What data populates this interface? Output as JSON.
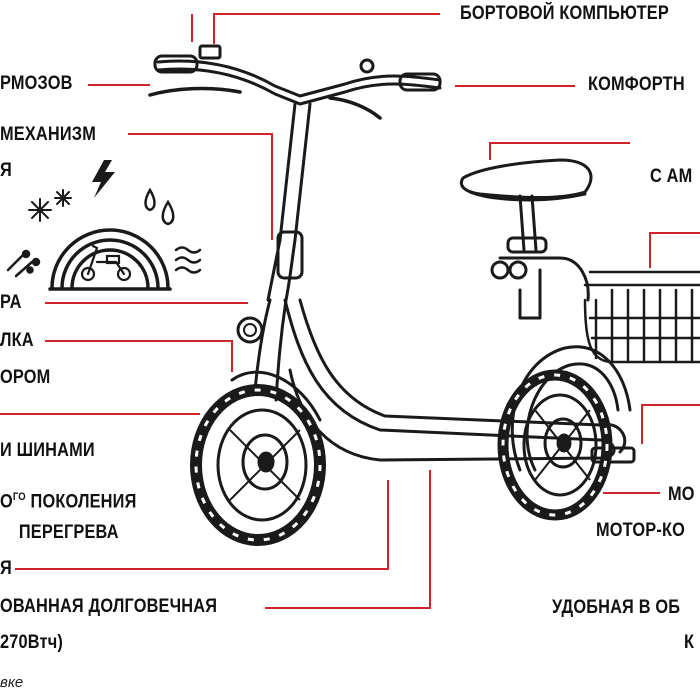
{
  "labels": {
    "onboard_computer": "БОРТОВОЙ КОМПЬЮТЕР",
    "brakes": "РМОЗОВ",
    "comfort": "КОМФОРТН",
    "mechanism": "МЕХАНИЗМ",
    "mechanism_2": "Я",
    "seat": "С АМ",
    "headlight": "РА",
    "horn": "ЛКА",
    "motor_left": "ОРОМ",
    "tires": "И ШИНАМИ",
    "generation_prefix": "О",
    "generation_sup": "ГО",
    "generation": "ПОКОЛЕНИЯ",
    "overheat": "ПЕРЕГРЕВА",
    "line_ya": "Я",
    "battery": "ОВАННАЯ ДОЛГОВЕЧНАЯ",
    "battery_capacity": "270Втч)",
    "right_mo": "МО",
    "motor_wheel": "МОТОР-КО",
    "convenient": "УДОБНАЯ В ОБ",
    "convenient_2": "К",
    "caption": "вке"
  },
  "colors": {
    "accent": "#d2232a",
    "ink": "#1a1a1a",
    "background": "#ffffff"
  },
  "icons": [
    "snowflake-icon",
    "lightning-icon",
    "water-drops-icon",
    "wind-icon",
    "dust-icon",
    "scooter-badge-icon"
  ]
}
